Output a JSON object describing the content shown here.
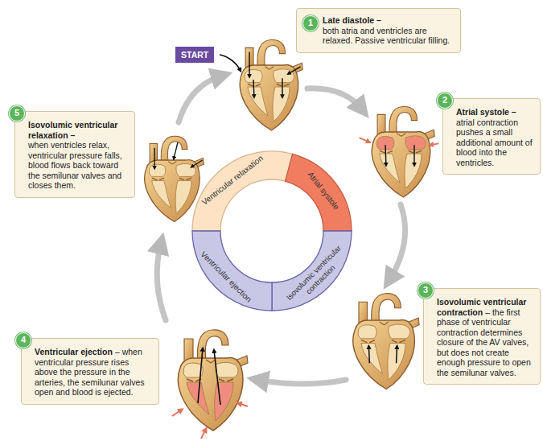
{
  "diagram": {
    "nodes": [
      {
        "text": [
          "START"
        ]
      },
      {
        "text": [
          "Late diastole –",
          "both atria and ventricles are relaxed. Passive ventricular filling."
        ]
      },
      {
        "text": [
          "1"
        ],
        "in": 1
      },
      {
        "text": [
          "Atrial systole –",
          "atrial contraction pushes a small additional amount of blood into the ventricles."
        ]
      },
      {
        "text": [
          "2"
        ],
        "in": 3
      },
      {
        "text": [
          "Isovolumic ventricular contraction",
          "– the first phase of ventricular contraction determines closure of the AV valves, but does not create enough pressure to open the semilunar valves."
        ]
      },
      {
        "text": [
          "3"
        ],
        "in": 5
      },
      {
        "text": [
          "Ventricular ejection",
          "– when ventricular pressure rises above the pressure in the arteries, the semilunar valves open and blood is ejected."
        ]
      },
      {
        "text": [
          "4"
        ],
        "in": 7
      },
      {
        "text": [
          "Isovolumic ventricular relaxation –",
          "when ventricles relax, ventricular pressure falls, blood flows back toward the semilunar valves and closes them."
        ]
      },
      {
        "text": [
          "5"
        ],
        "in": 9
      },
      {
        "text": [
          "Ventricular relaxation"
        ]
      },
      {
        "text": [
          "Atrial systole"
        ]
      },
      {
        "text": [
          "Isovolumic ventricular contraction"
        ]
      },
      {
        "text": [
          "Ventricular ejection"
        ]
      }
    ]
  }
}
